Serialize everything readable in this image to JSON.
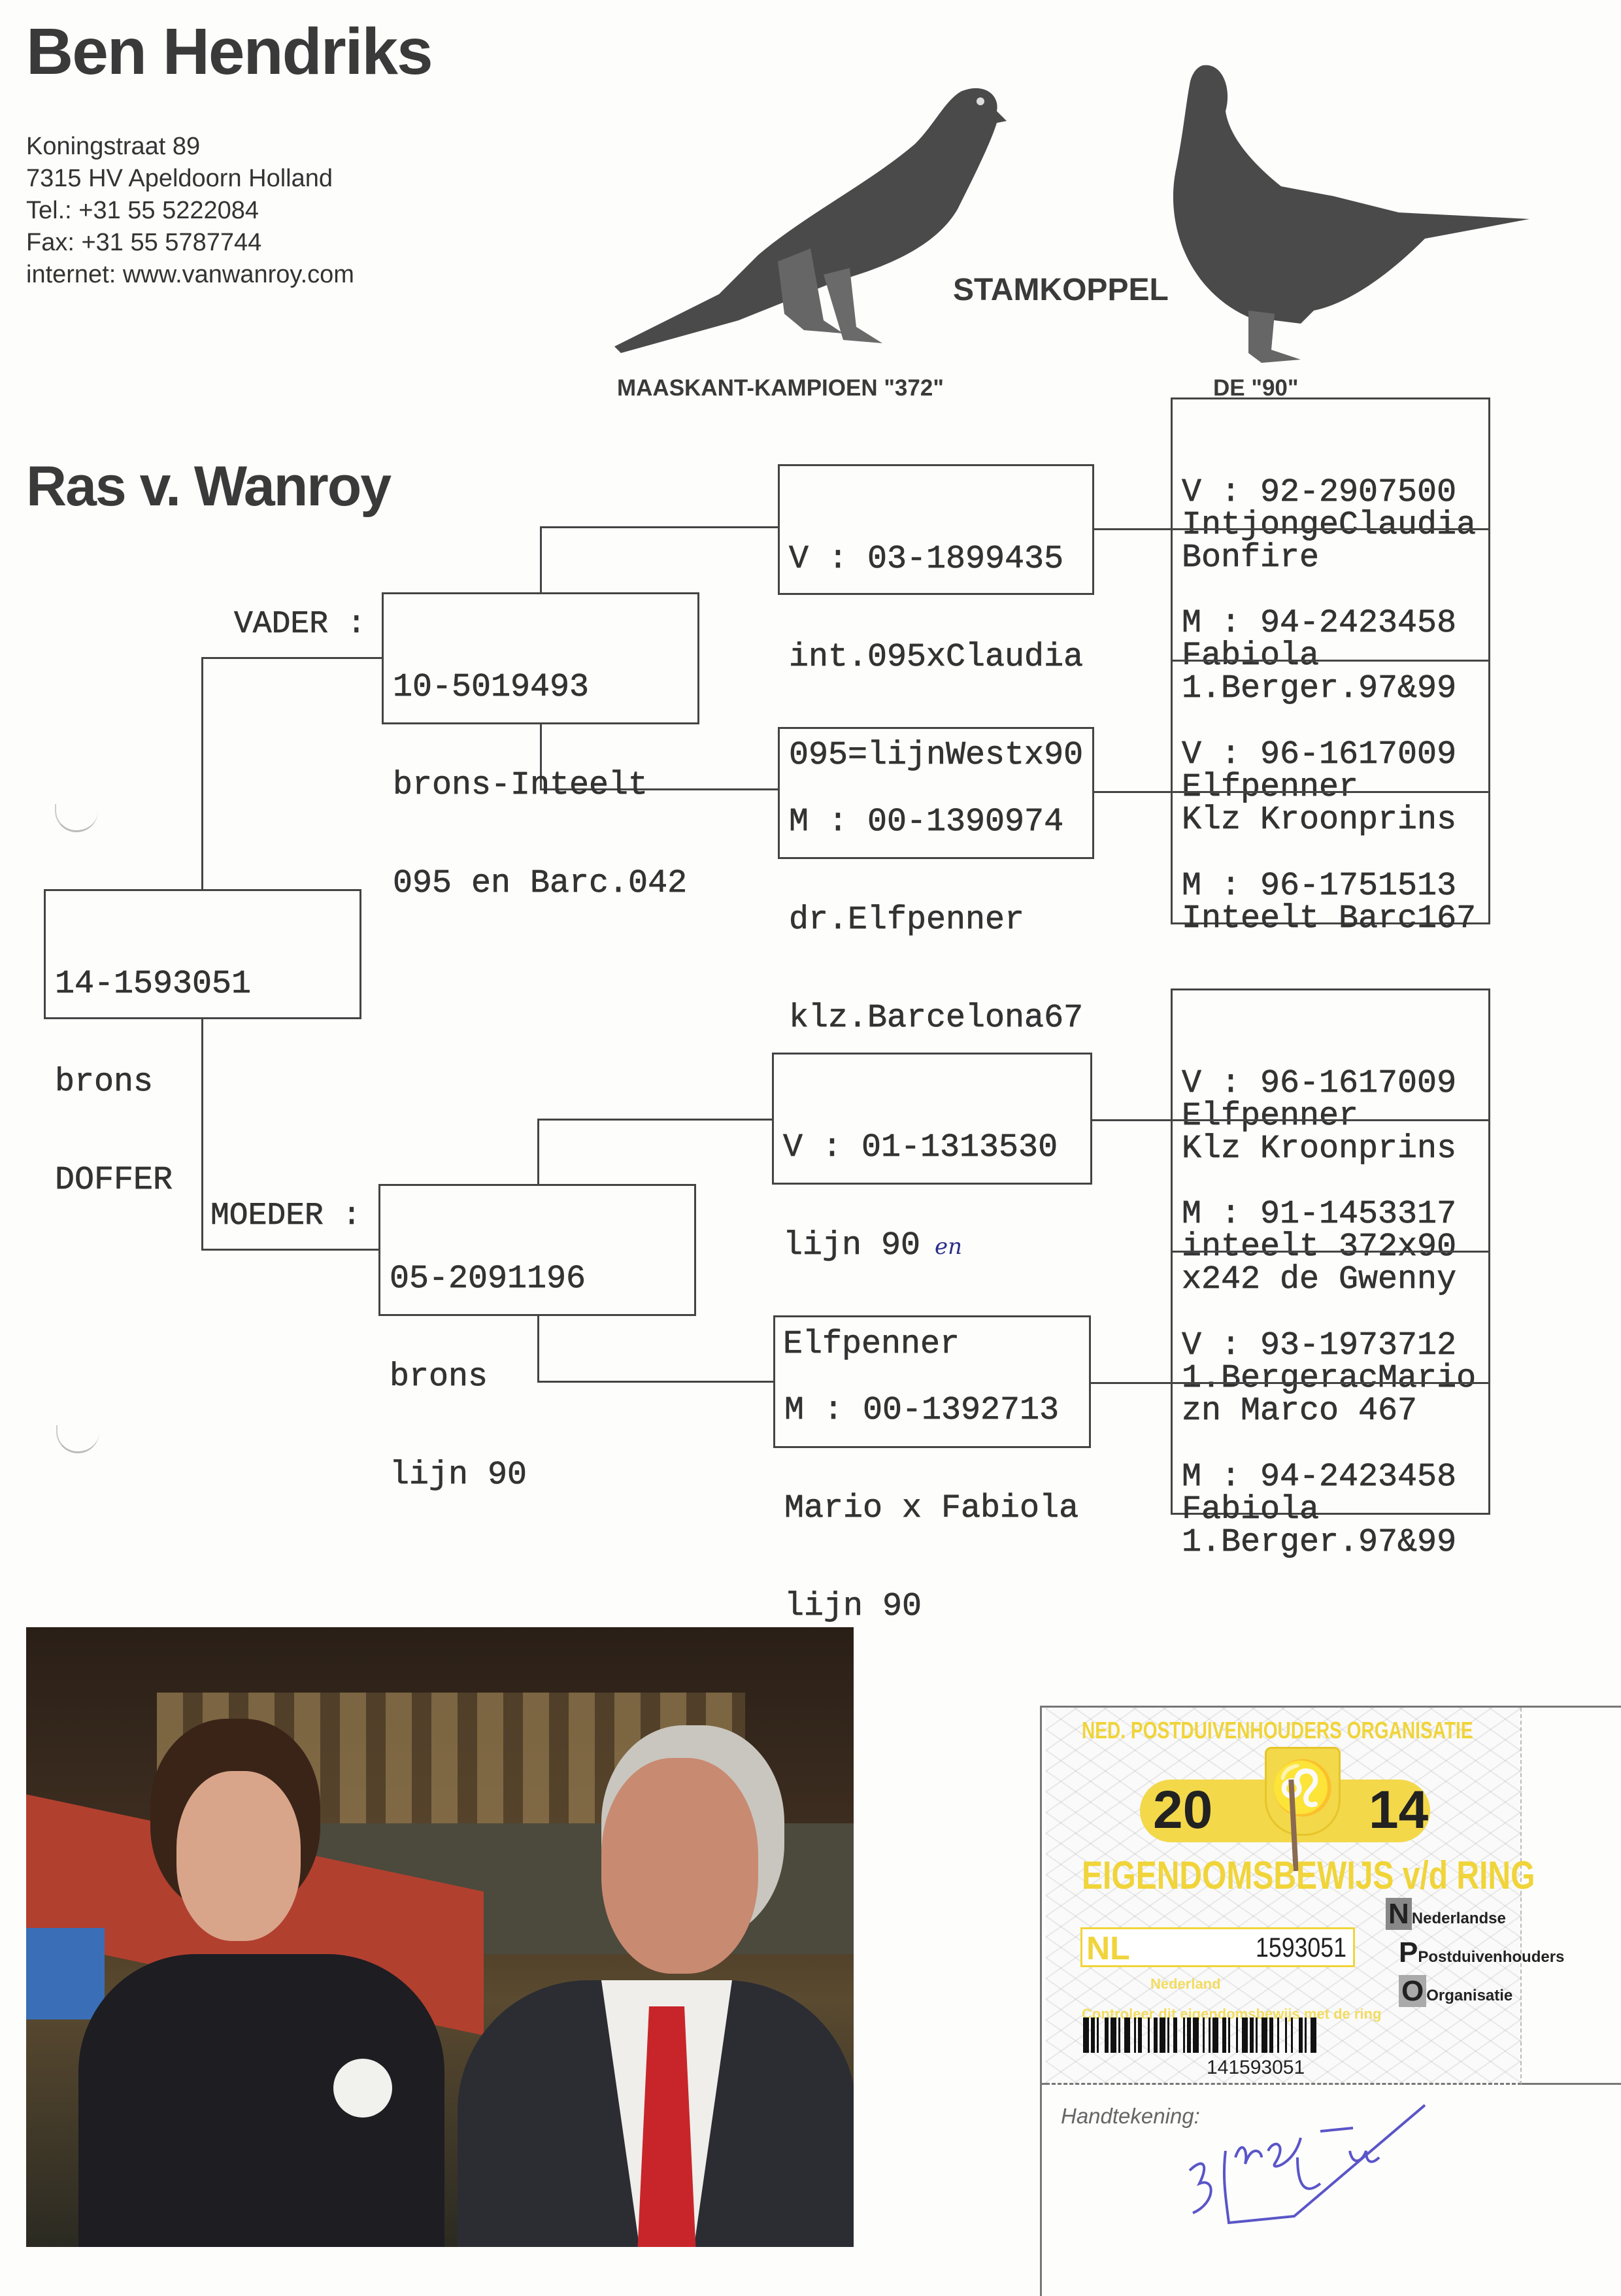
{
  "header": {
    "name": "Ben Hendriks",
    "address": [
      "Koningstraat 89",
      "7315 HV Apeldoorn Holland",
      "Tel.: +31 55 5222084",
      "Fax: +31 55 5787744",
      "internet: www.vanwanroy.com"
    ],
    "stamkoppel": "STAMKOPPEL",
    "pigeon_left": "MAASKANT-KAMPIOEN \"372\"",
    "pigeon_right": "DE \"90\""
  },
  "strain": "Ras v. Wanroy",
  "pedigree": {
    "subject": [
      "14-1593051",
      "brons",
      "DOFFER"
    ],
    "vader_label": "VADER :",
    "moeder_label": "MOEDER :",
    "vader": [
      "10-5019493",
      "brons-Inteelt",
      "095 en Barc.042"
    ],
    "moeder": [
      "05-2091196",
      "brons",
      "lijn 90"
    ],
    "vv": [
      "V : 03-1899435",
      "int.095xClaudia",
      "095=lijnWestx90"
    ],
    "vm": [
      "M : 00-1390974",
      "dr.Elfpenner",
      "klz.Barcelona67"
    ],
    "mv": [
      "V : 01-1313530",
      "lijn 90",
      "Elfpenner"
    ],
    "mv_note": "en",
    "mm": [
      "M : 00-1392713",
      "Mario x Fabiola",
      "lijn 90"
    ],
    "vvv": [
      "V : 92-2907500",
      "IntjongeClaudia",
      "Bonfire"
    ],
    "vvm": [
      "M : 94-2423458",
      "Fabiola",
      "1.Berger.97&99"
    ],
    "vmv": [
      "V : 96-1617009",
      "Elfpenner",
      "Klz Kroonprins"
    ],
    "vmm": [
      "M : 96-1751513",
      "Inteelt Barc167"
    ],
    "mvv": [
      "V : 96-1617009",
      "Elfpenner",
      "Klz Kroonprins"
    ],
    "mvm": [
      "M : 91-1453317",
      "inteelt 372x90",
      "x242 de Gwenny"
    ],
    "mmv": [
      "V : 93-1973712",
      "1.BergeracMario",
      "zn Marco 467"
    ],
    "mmm": [
      "M : 94-2423458",
      "Fabiola",
      "1.Berger.97&99"
    ]
  },
  "certificate": {
    "org": "NED. POSTDUIVENHOUDERS ORGANISATIE",
    "year_left": "20",
    "year_right": "14",
    "title": "EIGENDOMSBEWIJS v/d RING",
    "country": "NL",
    "ring_number": "1593051",
    "npo": [
      "Nederlandse",
      "Postduivenhouders",
      "Organisatie"
    ],
    "npo_letters": [
      "N",
      "P",
      "O"
    ],
    "region": "Nederland",
    "check_text": "Controleer dit eigendomsbewijs met de ring",
    "barcode_number": "141593051",
    "signature_label": "Handtekening:",
    "accent": "#f0d43a"
  }
}
